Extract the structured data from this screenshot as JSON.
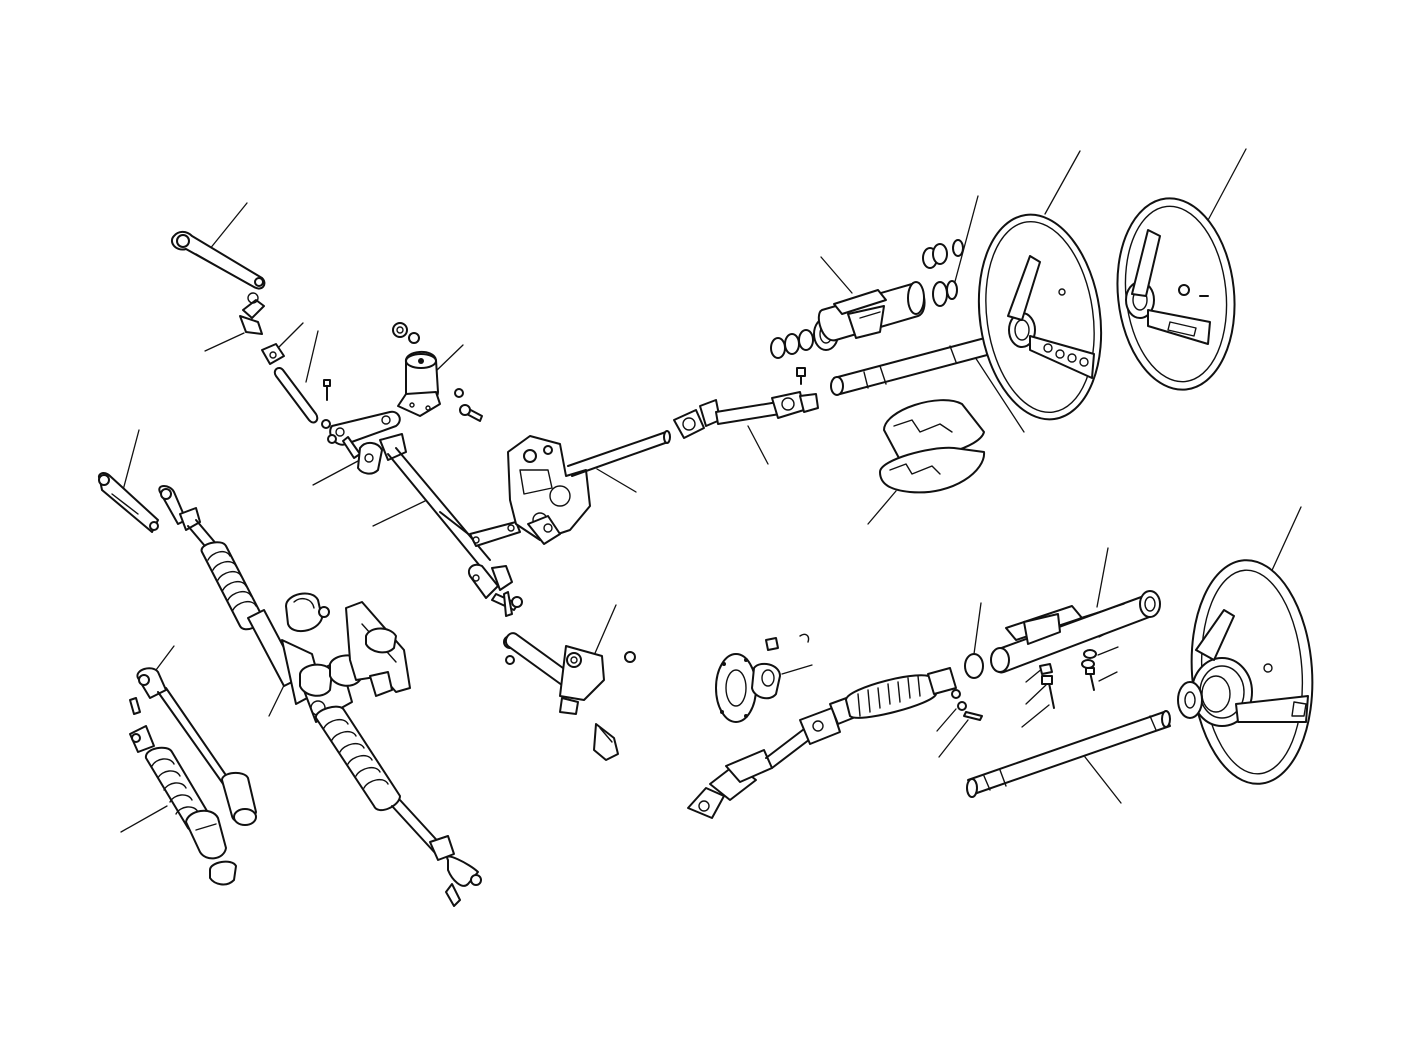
{
  "figure": {
    "type": "exploded-parts-diagram",
    "subject": "steering system",
    "colors": {
      "line": "#111111",
      "background": "#ffffff"
    },
    "groups": [
      {
        "id": "steering-box-linkage",
        "parts": [
          "pitman-arm",
          "idler-arm-bracket",
          "relay-rod",
          "tie-rod-ends",
          "steering-box",
          "upper-shaft-universal-joint"
        ]
      },
      {
        "id": "rack-and-pinion",
        "parts": [
          "steering-rack",
          "rack-boots",
          "rack-mounting-clamps",
          "inner-tie-rod",
          "outer-tie-rod-end"
        ]
      },
      {
        "id": "upper-column-early",
        "parts": [
          "column-bearing",
          "column-tube-bracket",
          "steering-shaft",
          "column-shroud",
          "steering-wheel-perforated",
          "steering-wheel-slotted"
        ]
      },
      {
        "id": "upper-column-late",
        "parts": [
          "flange-plate",
          "intermediate-shaft",
          "bellows",
          "column-tube",
          "upper-shaft",
          "steering-wheel-late"
        ]
      }
    ]
  }
}
